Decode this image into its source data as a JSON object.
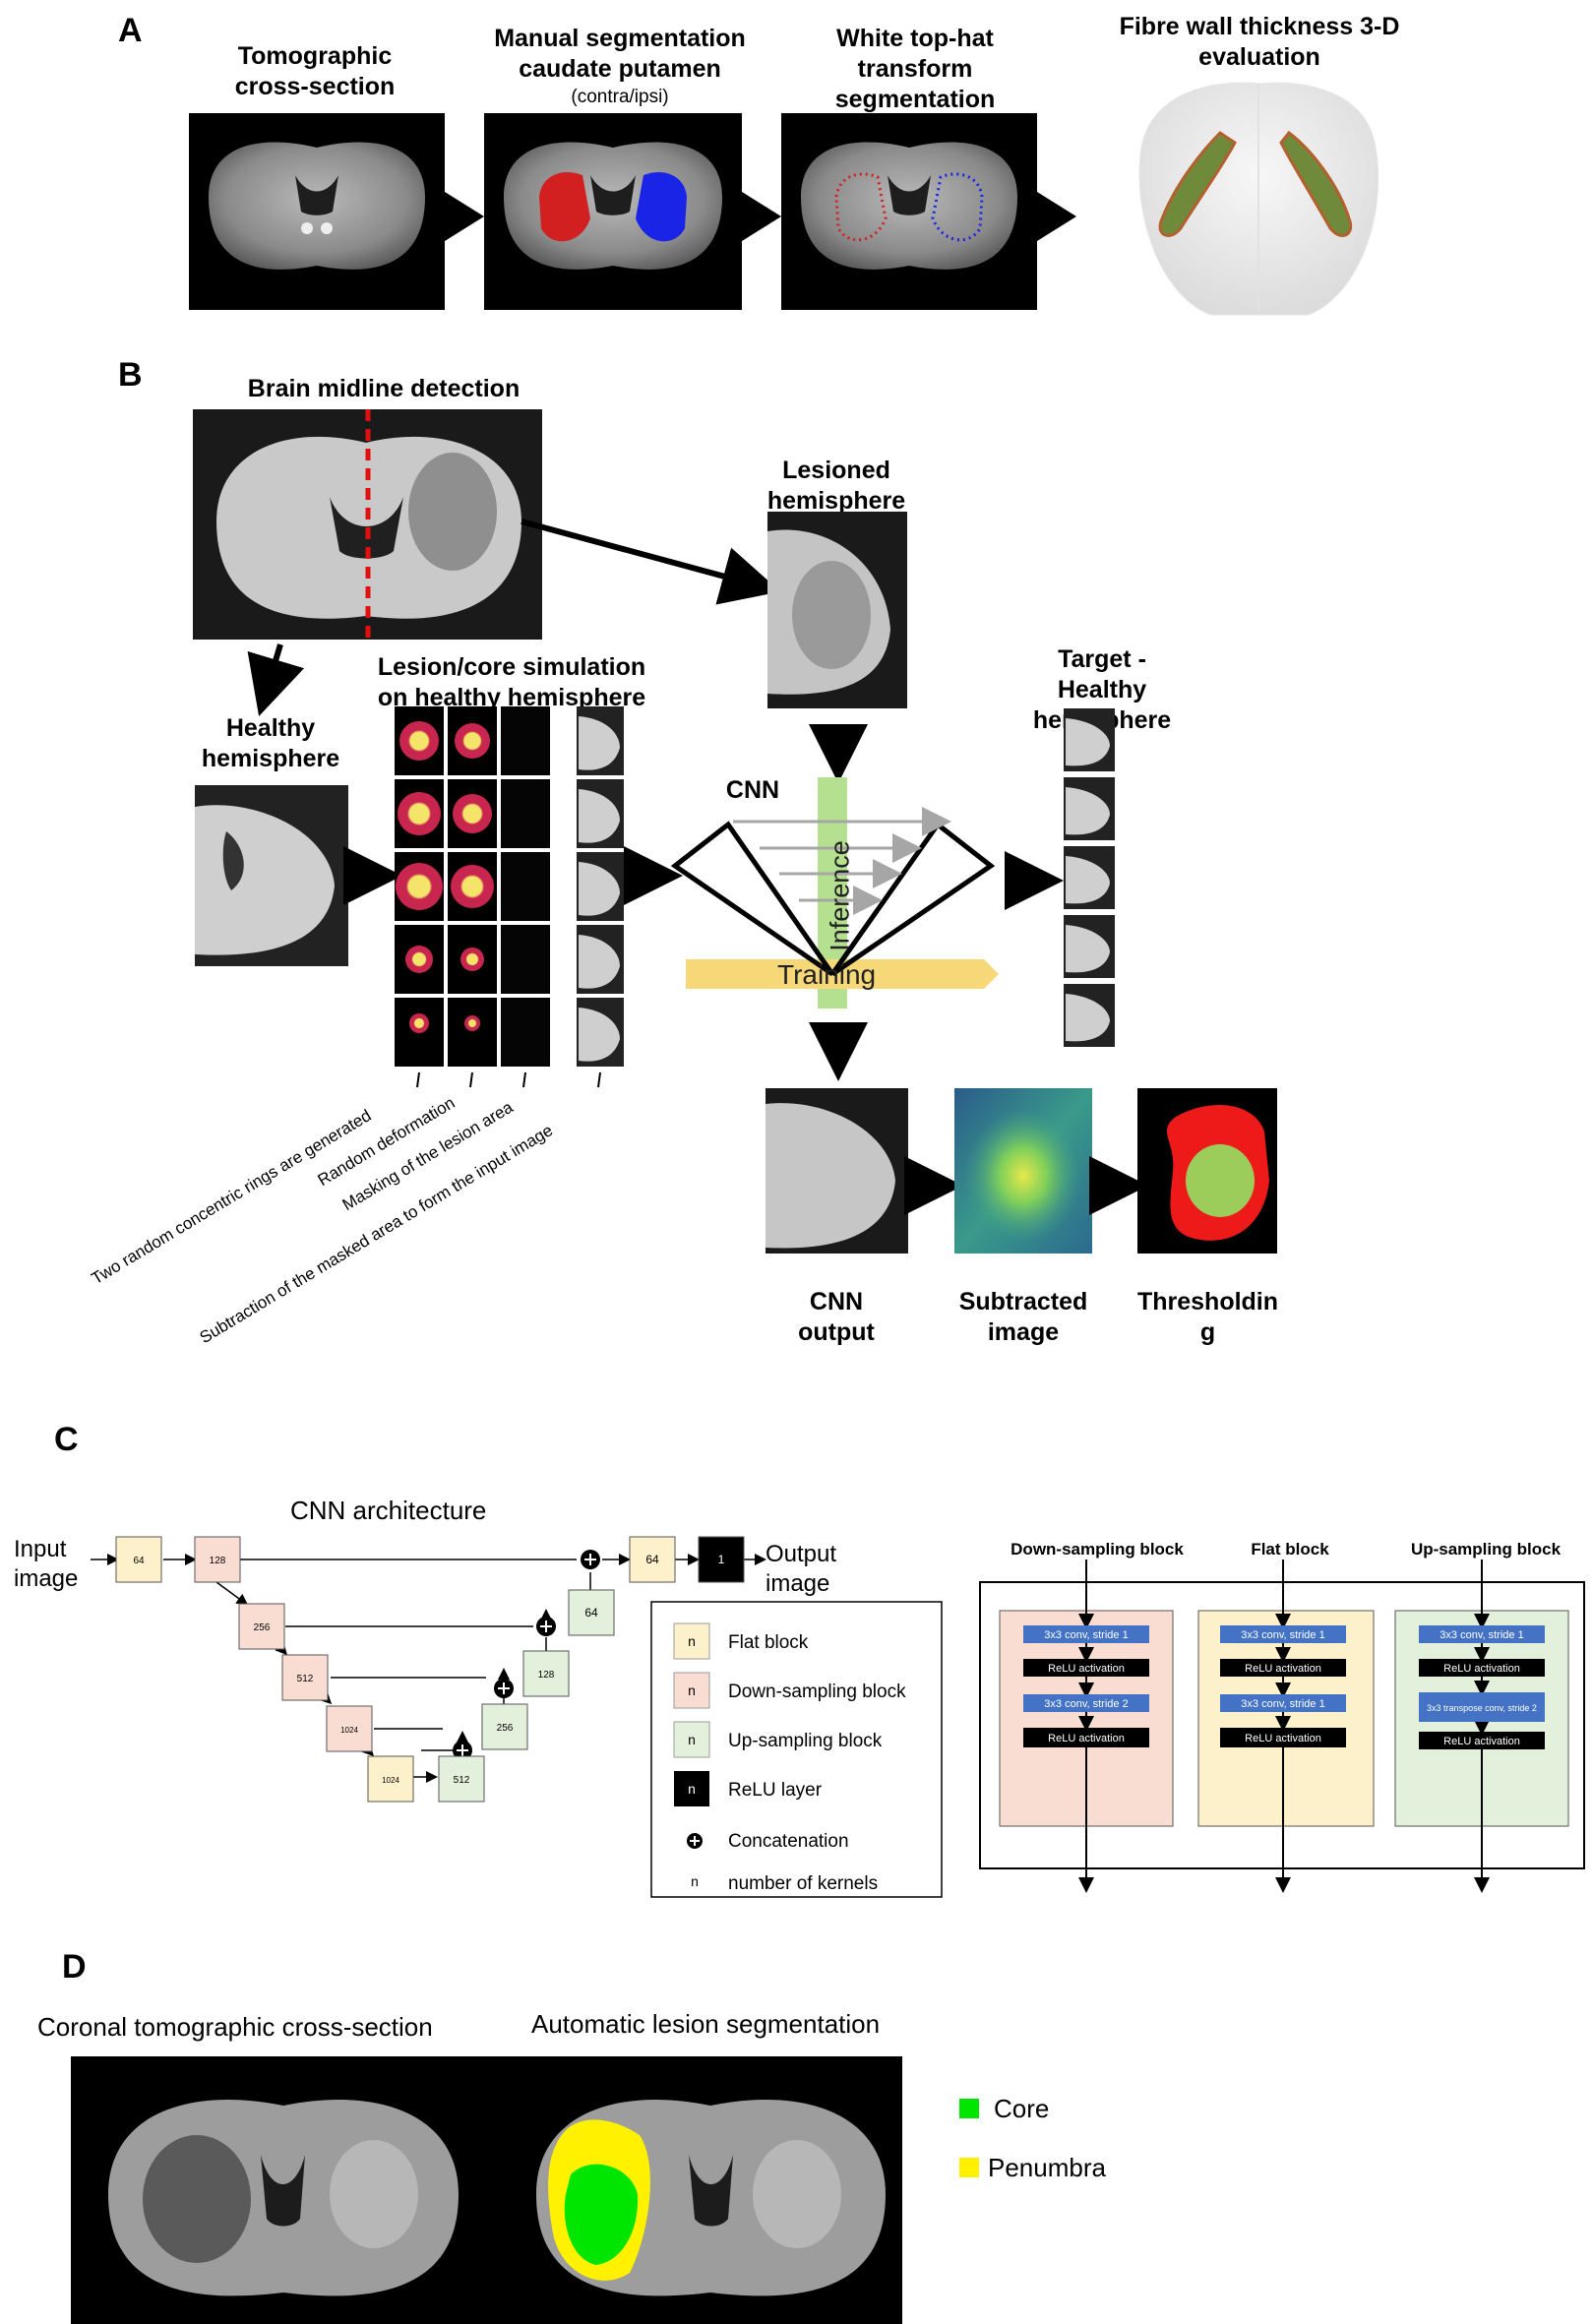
{
  "panels": {
    "a": "A",
    "b": "B",
    "c": "C",
    "d": "D"
  },
  "panel_a": {
    "step1": "Tomographic cross-section",
    "step2": "Manual segmentation caudate putamen",
    "step2_sub": "(contra/ipsi)",
    "step3": "White top-hat transform segmentation",
    "step4": "Fibre wall thickness 3-D evaluation"
  },
  "panel_b": {
    "midline": "Brain midline detection",
    "lesioned": "Lesioned hemisphere",
    "healthy": "Healthy hemisphere",
    "simulation": "Lesion/core simulation on healthy hemisphere",
    "target": "Target - Healthy hemisphere",
    "cnn": "CNN",
    "inference": "Inference",
    "training": "Training",
    "steps": [
      "Two random concentric rings are generated",
      "Random deformation",
      "Masking of the lesion area",
      "Subtraction of the masked area to form the input image"
    ],
    "cnn_output": "CNN output",
    "subtracted": "Subtracted image",
    "thresholding": "Thresholdin g"
  },
  "panel_c": {
    "title": "CNN architecture",
    "input": "Input image",
    "output": "Output image",
    "nodes": {
      "n64a": "64",
      "n128a": "128",
      "n256a": "256",
      "n512a": "512",
      "n1024a": "1024",
      "n1024b": "1024",
      "n512b": "512",
      "n256b": "256",
      "n128b": "128",
      "n64b": "64",
      "n64c": "64",
      "n1": "1"
    },
    "legend": {
      "n": "n",
      "flat": "Flat block",
      "down": "Down-sampling block",
      "up": "Up-sampling block",
      "relu": "ReLU layer",
      "concat": "Concatenation",
      "kernels": "number of kernels"
    },
    "blocks": {
      "down_title": "Down-sampling block",
      "flat_title": "Flat block",
      "up_title": "Up-sampling block",
      "conv1": "3x3 conv, stride 1",
      "conv2": "3x3 conv, stride 2",
      "relu": "ReLU activation",
      "tconv": "3x3 transpose conv, stride 2"
    }
  },
  "panel_d": {
    "left": "Coronal tomographic cross-section",
    "right": "Automatic lesion segmentation",
    "core": "Core",
    "penumbra": "Penumbra"
  },
  "colors": {
    "flat": "#fdf1cc",
    "down": "#f9ddd2",
    "up": "#e3f1dc",
    "conv": "#4472c4",
    "contra": "#d22020",
    "ipsi": "#1a24e6",
    "lesion_ring": "#c8264f",
    "core_fill": "#f5e46a",
    "training": "#f7d878",
    "inference": "#b5e08f",
    "thr_red": "#ee1a1a",
    "thr_green": "#9ccc5a",
    "core": "#00e600",
    "penumbra": "#fff100"
  }
}
